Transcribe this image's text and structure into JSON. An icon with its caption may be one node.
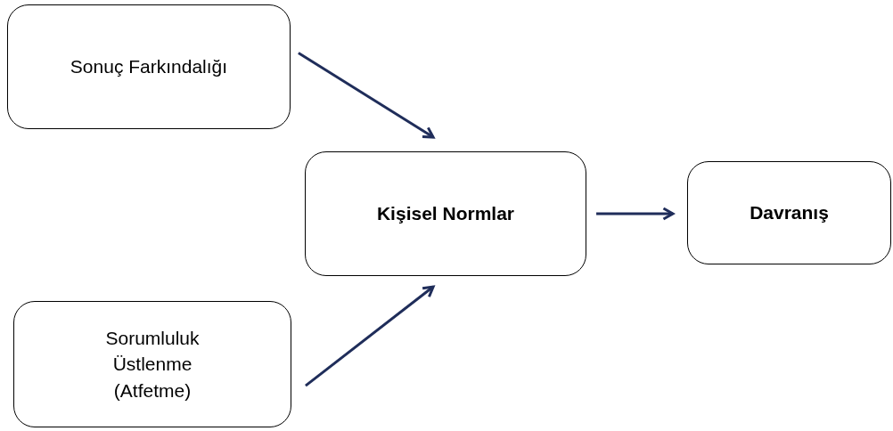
{
  "diagram": {
    "nodes": [
      {
        "text": [
          "Sonuç Farkındalığı"
        ]
      },
      {
        "text": [
          "Kişisel Normlar"
        ]
      },
      {
        "text": [
          "Davranış"
        ]
      },
      {
        "text": [
          "Sorumluluk Üstlenme (Atfetme)"
        ]
      }
    ],
    "edges": [
      {
        "from": 0,
        "to": 1,
        "arrow": "to"
      },
      {
        "from": 3,
        "to": 1,
        "arrow": "to"
      },
      {
        "from": 1,
        "to": 2,
        "arrow": "to"
      }
    ]
  }
}
